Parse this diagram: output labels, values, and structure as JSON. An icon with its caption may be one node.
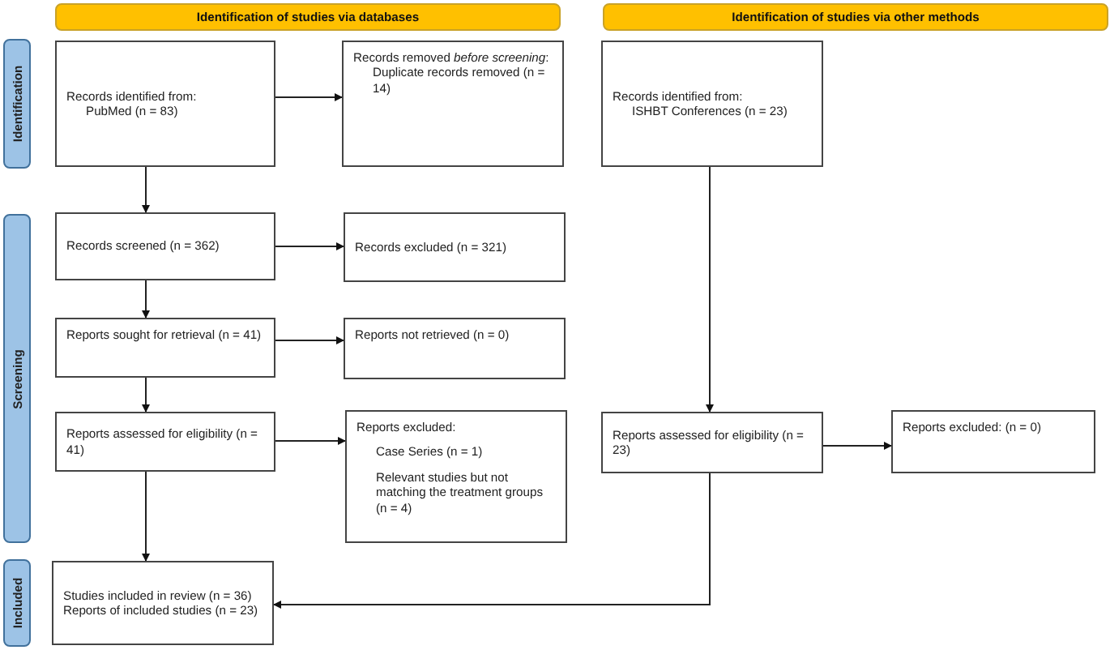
{
  "diagram": {
    "nodes": [
      {
        "text": [
          "Identification of studies via databases"
        ]
      },
      {
        "text": [
          "Identification of studies via other methods"
        ]
      },
      {
        "text": [
          "Identification"
        ]
      },
      {
        "text": [
          "Screening"
        ]
      },
      {
        "text": [
          "Included"
        ]
      },
      {
        "text": [
          "Records identified from:",
          "PubMed (n = 83)"
        ]
      },
      {
        "text": [
          "Records removed *before screening*:",
          "Duplicate records removed (n = 14)"
        ]
      },
      {
        "text": [
          "Records screened (n = 362)"
        ]
      },
      {
        "text": [
          "Records excluded (n = 321)"
        ]
      },
      {
        "text": [
          "Reports sought for retrieval (n = 41)"
        ]
      },
      {
        "text": [
          "Reports not retrieved (n = 0)"
        ]
      },
      {
        "text": [
          "Reports assessed for eligibility (n = 41)"
        ]
      },
      {
        "text": [
          "Reports excluded:",
          "Case Series (n = 1)",
          "Relevant studies but not matching the treatment groups (n = 4)"
        ]
      },
      {
        "text": [
          "Studies included in review (n = 36)",
          "Reports of included studies (n = 23)"
        ]
      },
      {
        "text": [
          "Records identified from:",
          "ISHBT Conferences (n = 23)"
        ]
      },
      {
        "text": [
          "Reports assessed for eligibility (n = 23)"
        ]
      },
      {
        "text": [
          "Reports excluded: (n = 0)"
        ]
      }
    ],
    "edges": [
      {
        "from": 5,
        "to": 6,
        "arrow": "to"
      },
      {
        "from": 5,
        "to": 7,
        "arrow": "to"
      },
      {
        "from": 7,
        "to": 8,
        "arrow": "to"
      },
      {
        "from": 7,
        "to": 9,
        "arrow": "to"
      },
      {
        "from": 9,
        "to": 10,
        "arrow": "to"
      },
      {
        "from": 9,
        "to": 11,
        "arrow": "to"
      },
      {
        "from": 11,
        "to": 12,
        "arrow": "to"
      },
      {
        "from": 11,
        "to": 13,
        "arrow": "to"
      },
      {
        "from": 14,
        "to": 15,
        "arrow": "to"
      },
      {
        "from": 15,
        "to": 16,
        "arrow": "to"
      },
      {
        "from": 15,
        "to": 13,
        "arrow": "to"
      }
    ]
  }
}
